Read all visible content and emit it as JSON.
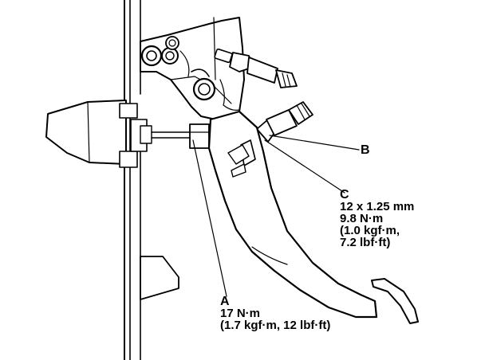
{
  "callouts": {
    "a": {
      "letter": "A",
      "lines": [
        "17 N·m",
        "(1.7 kgf·m, 12 lbf·ft)"
      ]
    },
    "b": {
      "letter": "B"
    },
    "c": {
      "letter": "C",
      "lines": [
        "12 x 1.25 mm",
        "9.8 N·m",
        "(1.0 kgf·m,",
        "7.2 lbf·ft)"
      ]
    }
  },
  "colors": {
    "ink": "#000000",
    "paper": "#ffffff"
  }
}
